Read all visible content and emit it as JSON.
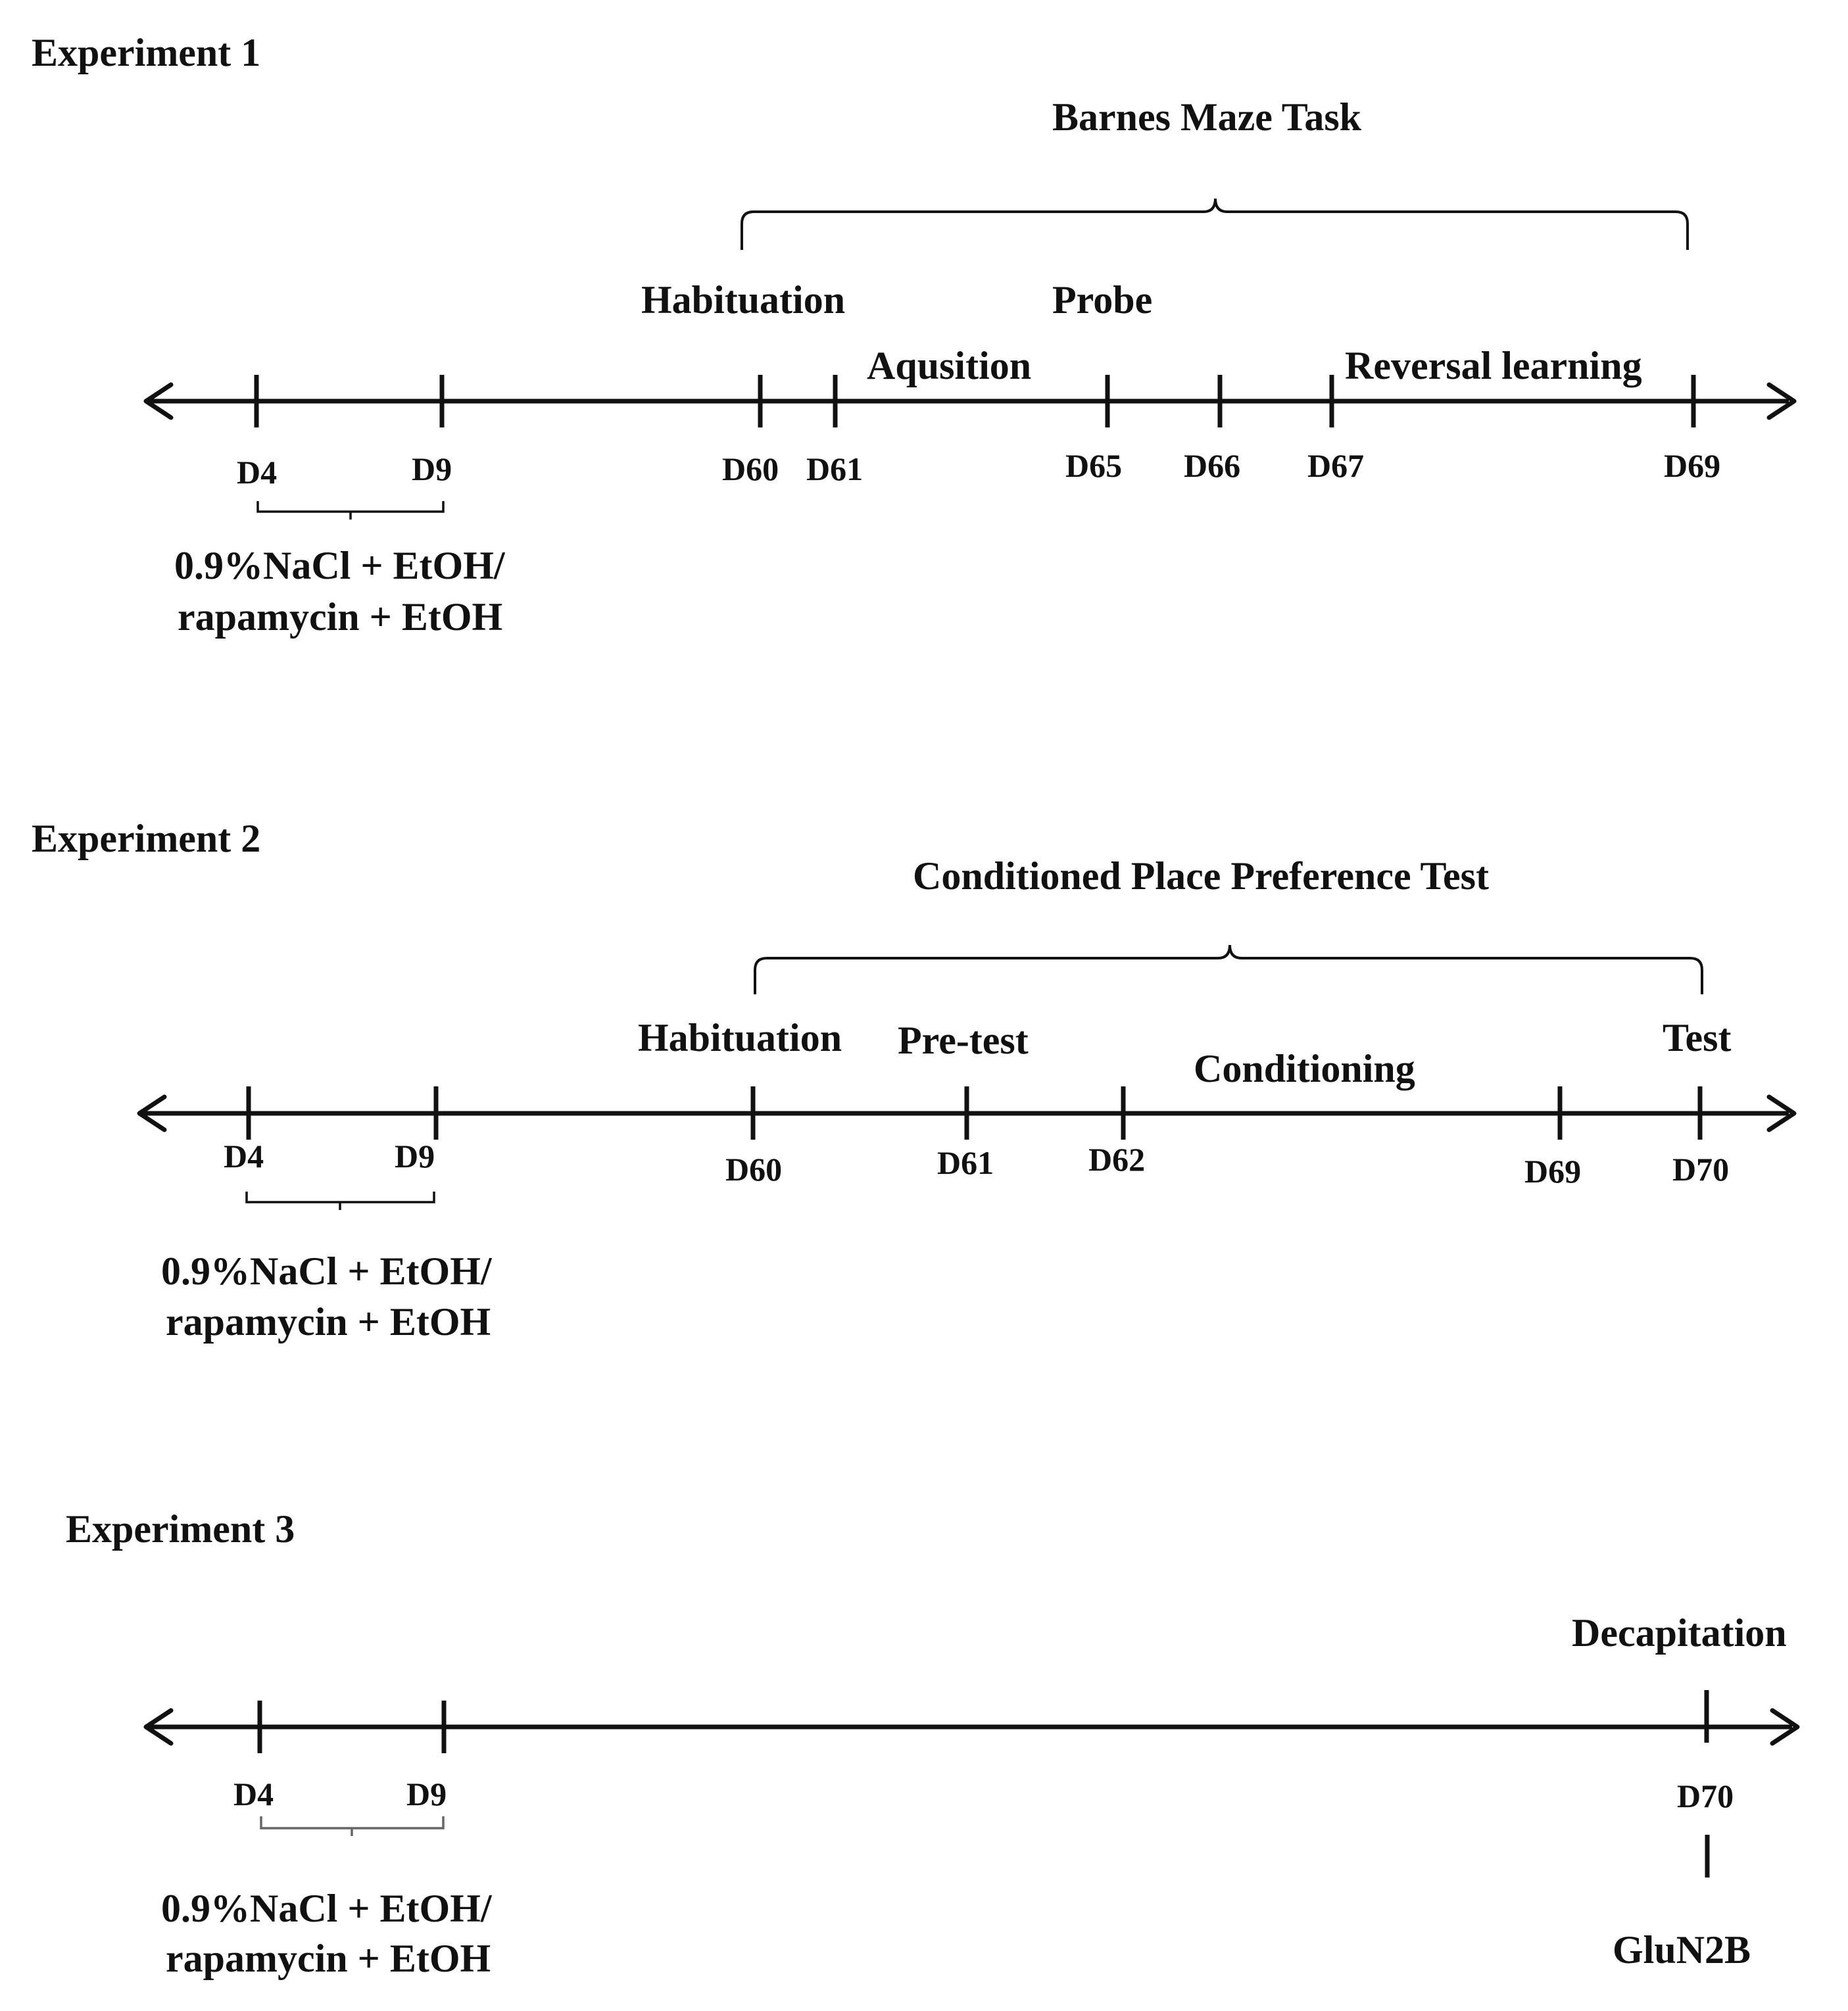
{
  "experiments": [
    {
      "heading": "Experiment 1",
      "protocol_title": "Barnes Maze Task",
      "days": [
        "D4",
        "D9",
        "D60",
        "D61",
        "D65",
        "D66",
        "D67",
        "D69"
      ],
      "phases": [
        "Habituation",
        "Probe",
        "Aqusition",
        "Reversal learning"
      ],
      "treatment": [
        "0.9%NaCl + EtOH/",
        "rapamycin + EtOH"
      ]
    },
    {
      "heading": "Experiment 2",
      "protocol_title": "Conditioned Place Preference Test",
      "days": [
        "D4",
        "D9",
        "D60",
        "D61",
        "D62",
        "D69",
        "D70"
      ],
      "phases": [
        "Habituation",
        "Pre-test",
        "Conditioning",
        "Test"
      ],
      "treatment": [
        "0.9%NaCl + EtOH/",
        "rapamycin + EtOH"
      ]
    },
    {
      "heading": "Experiment 3",
      "days": [
        "D4",
        "D9",
        "D70"
      ],
      "phases": [
        "Decapitation"
      ],
      "treatment": [
        "0.9%NaCl + EtOH/",
        "rapamycin + EtOH"
      ],
      "endpoint": "GluN2B"
    }
  ]
}
